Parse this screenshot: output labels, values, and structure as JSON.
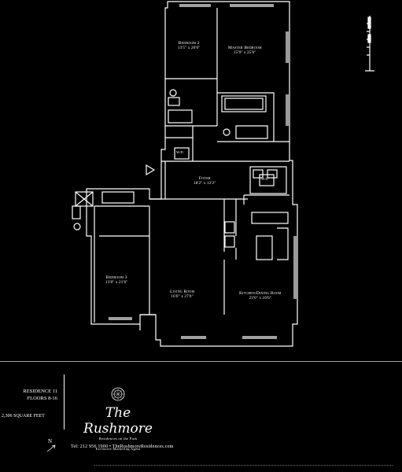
{
  "rooms": [
    {
      "name": "Bedroom 2",
      "dims": "13'5\" x 20'0\""
    },
    {
      "name": "Master Bedroom",
      "dims": "15'9\" x 25'0\""
    },
    {
      "name": "Foyer",
      "dims": "18'2\" x 12'2\""
    },
    {
      "name": "Bedroom 3",
      "dims": "13'8\" x 21'6\""
    },
    {
      "name": "Living Room",
      "dims": "16'0\" x 27'0\""
    },
    {
      "name": "Kitchen/Dining Room",
      "dims": "23'0\" x 16'6\""
    }
  ],
  "fixtures": {
    "cl1": "W/D",
    "cl2": "W/D"
  },
  "footer": {
    "unit_line1": "RESIDENCE 11",
    "unit_line2": "FLOORS 8-16",
    "sqft": "2,306 SQUARE FEET",
    "brand_name": "The Rushmore",
    "brand_sub": "Residences on the Park",
    "brand_tag": "Exclusive Marketing Agent",
    "contact": "Tel: 212 956 1900 • TheRushmoreResidences.com"
  },
  "colors": {
    "background": "#000000",
    "lines": "#ffffff"
  }
}
